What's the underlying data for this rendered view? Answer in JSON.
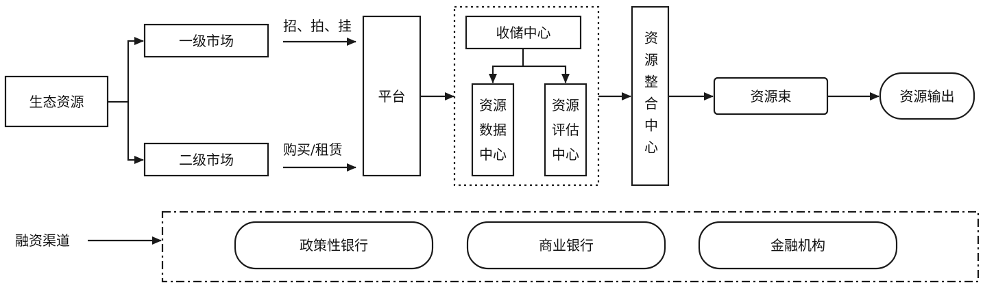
{
  "diagram": {
    "nodes": {
      "eco_resource": "生态资源",
      "primary_market": "一级市场",
      "secondary_market": "二级市场",
      "platform": "平台",
      "storage_center": "收储中心",
      "resource_data_center": "资源数据中心",
      "resource_eval_center": "资源评估中心",
      "integration_center": "资源整合中心",
      "resource_bundle": "资源束",
      "resource_output": "资源输出"
    },
    "edge_labels": {
      "primary_to_platform": "招、拍、挂",
      "secondary_to_platform": "购买/租赁"
    },
    "financing": {
      "label": "融资渠道",
      "channels": [
        "政策性银行",
        "商业银行",
        "金融机构"
      ]
    },
    "colors": {
      "stroke": "#1a1a1a",
      "background": "#ffffff"
    }
  }
}
